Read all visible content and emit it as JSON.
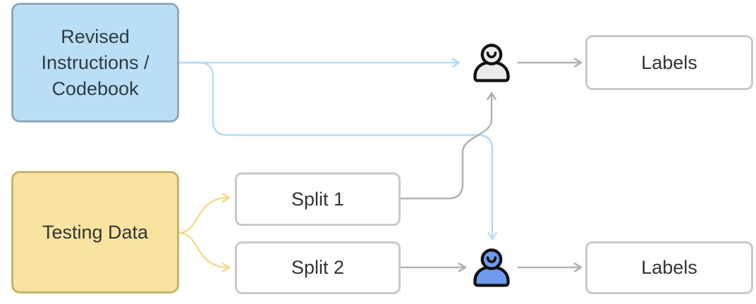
{
  "nodes": {
    "revised_instructions": {
      "label": "Revised\nInstructions /\nCodebook"
    },
    "testing_data": {
      "label": "Testing Data"
    },
    "split_1": {
      "label": "Split 1"
    },
    "split_2": {
      "label": "Split 2"
    },
    "labels_top": {
      "label": "Labels"
    },
    "labels_bottom": {
      "label": "Labels"
    }
  },
  "icons": {
    "annotator_top": "person-smiley-gray-icon",
    "annotator_bottom": "person-smiley-blue-icon"
  },
  "colors": {
    "flow_blue": "#b5dcf7",
    "flow_gray": "#b2b2b2",
    "flow_yellow": "#f5da8e",
    "revised_box_fill": "#b9def5",
    "revised_box_border": "#90a9ba",
    "testing_box_fill": "#f8e4a0",
    "testing_box_border": "#c9b36c",
    "white_box_border": "#c9c9c9",
    "annotator_top_fill": "#ebebeb",
    "annotator_bottom_fill": "#6e9bed",
    "icon_outline": "#111111",
    "text": "#333333"
  }
}
